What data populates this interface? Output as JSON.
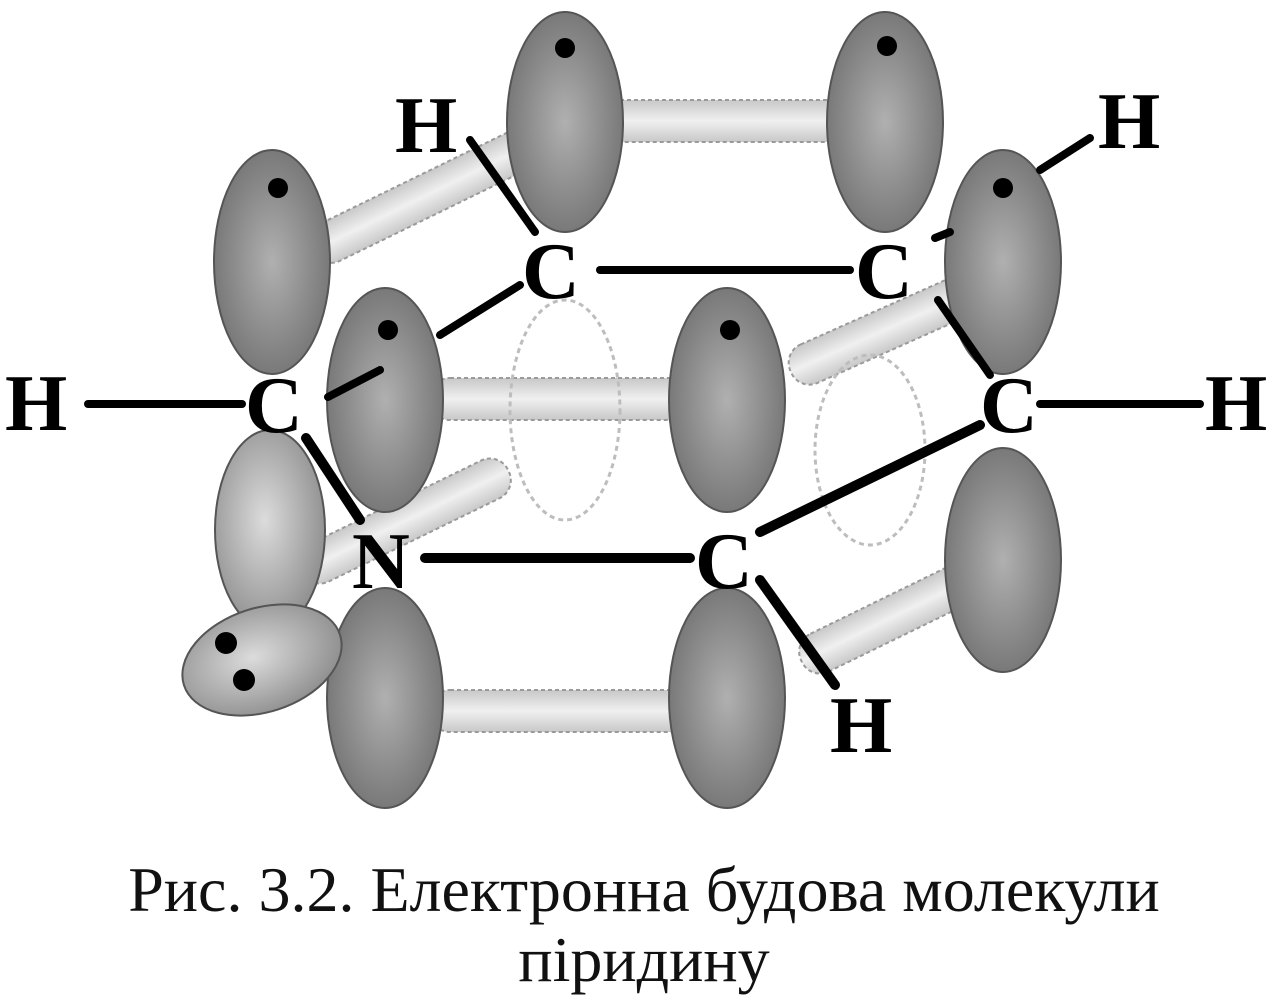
{
  "caption": {
    "line1": "Рис. 3.2. Електронна будова молекули",
    "line2": "піридину"
  },
  "atoms": {
    "h_top_left": "H",
    "h_top_right": "H",
    "c_top_left": "C",
    "c_top_right": "C",
    "h_left": "H",
    "c_left": "C",
    "c_right": "C",
    "h_right": "H",
    "n": "N",
    "c_bottom": "C",
    "h_bottom": "H"
  },
  "colors": {
    "ink": "#000000",
    "orbital_dark": "#8a8a8a",
    "orbital_light": "#d2d2d2",
    "overlap_tube": "#e4e4e4"
  }
}
